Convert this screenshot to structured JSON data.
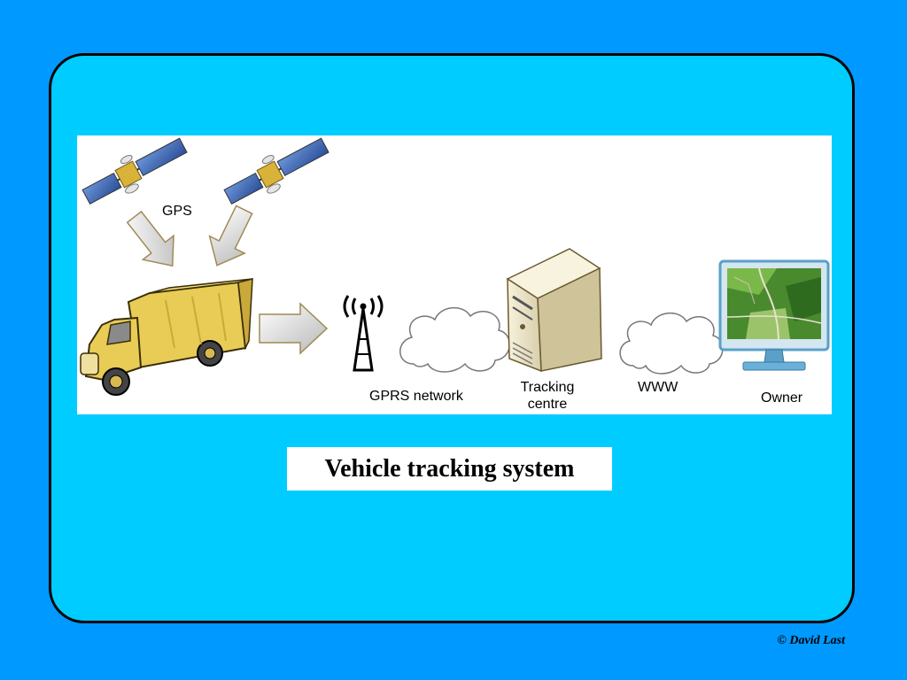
{
  "slide": {
    "caption": "Vehicle tracking system",
    "copyright": "© David Last"
  },
  "diagram": {
    "labels": {
      "gps": "GPS",
      "gprs": "GPRS network",
      "tracking_line1": "Tracking",
      "tracking_line2": "centre",
      "www": "WWW",
      "owner": "Owner"
    }
  },
  "colors": {
    "background": "#0099ff",
    "frame_fill": "#00ccff",
    "panel": "#ffffff",
    "truck": "#e8cc55",
    "solar_panel": "#3c6ab8"
  }
}
